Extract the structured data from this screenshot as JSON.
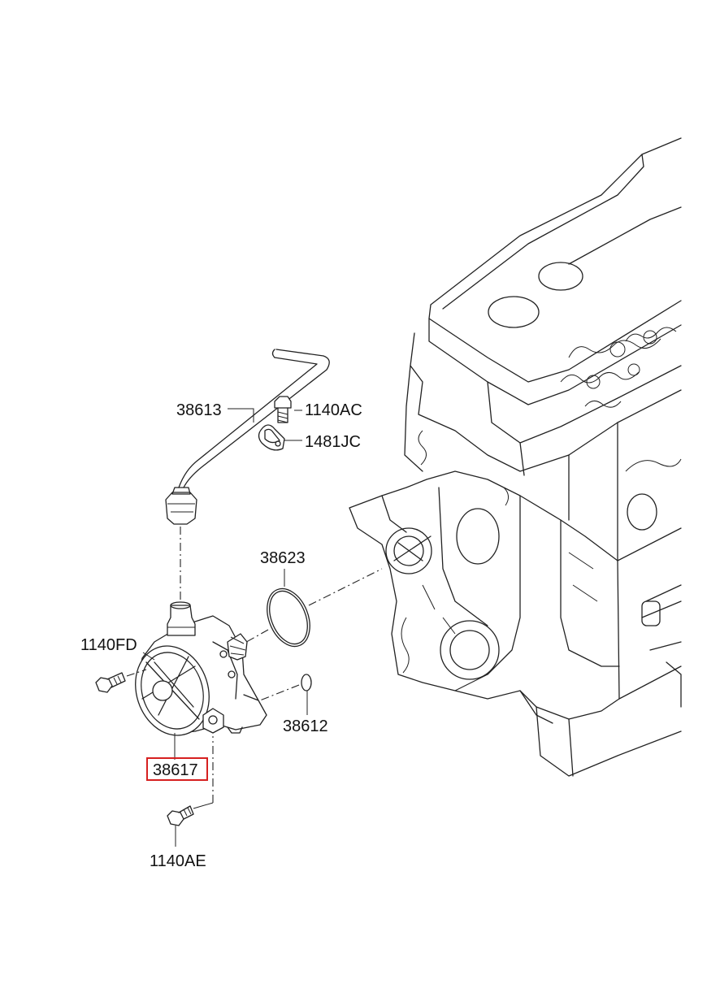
{
  "colors": {
    "line": "#222222",
    "text": "#111111",
    "highlight": "#d62020",
    "background": "#ffffff"
  },
  "parts": {
    "tube": "38613",
    "bolt_top": "1140AC",
    "clamp": "1481JC",
    "oring": "38623",
    "bolt_left": "1140FD",
    "dowel": "38612",
    "vacuum_pump": "38617",
    "bolt_bottom": "1140AE"
  },
  "highlighted_part": "38617"
}
